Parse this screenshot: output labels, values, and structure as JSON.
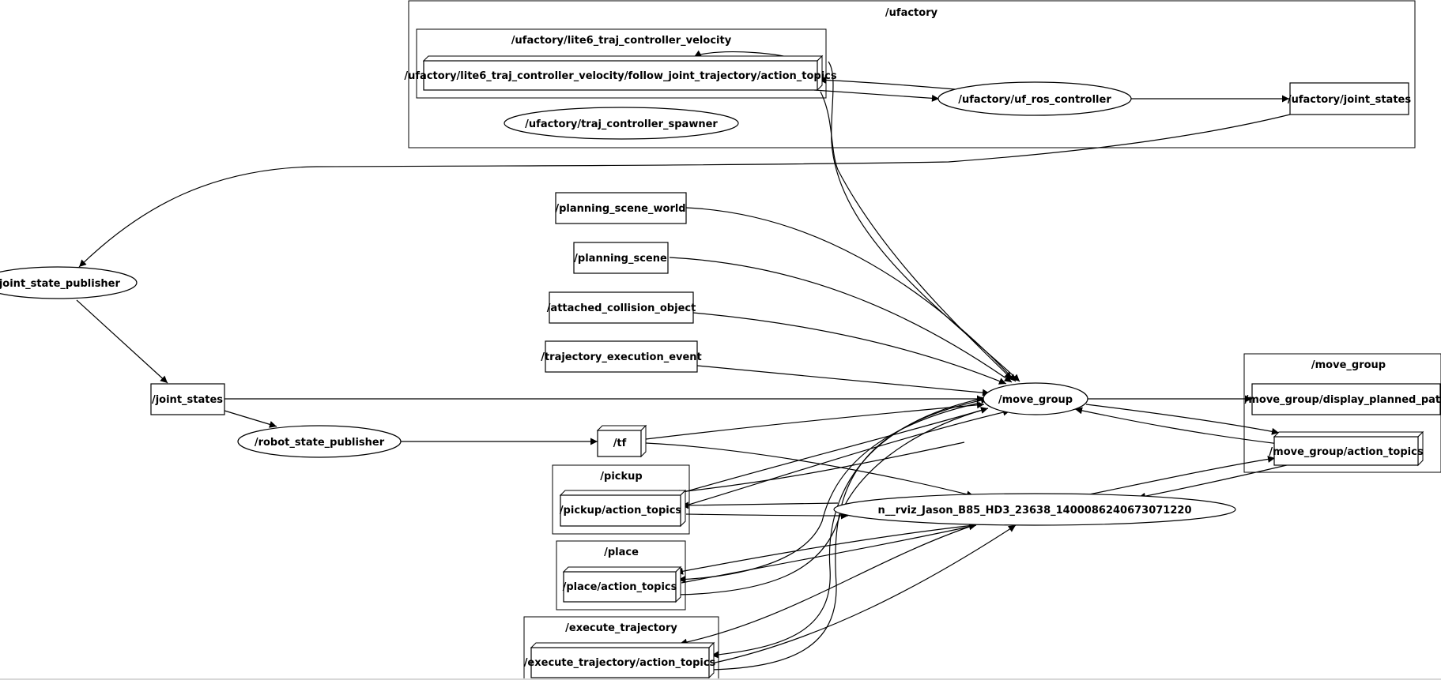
{
  "graph": {
    "clusters": {
      "ufactory": "/ufactory",
      "velocity": "/ufactory/lite6_traj_controller_velocity",
      "move_group": "/move_group",
      "pickup": "/pickup",
      "place": "/place",
      "execute_trajectory": "/execute_trajectory"
    },
    "nodes": {
      "follow_jt": "/ufactory/lite6_traj_controller_velocity/follow_joint_trajectory/action_topics",
      "uf_ros_controller": "/ufactory/uf_ros_controller",
      "uf_joint_states": "/ufactory/joint_states",
      "spawner": "/ufactory/traj_controller_spawner",
      "planning_scene_world": "/planning_scene_world",
      "planning_scene": "/planning_scene",
      "attached_collision_object": "/attached_collision_object",
      "trajectory_execution_event": "/trajectory_execution_event",
      "joint_state_publisher": "/joint_state_publisher",
      "joint_states": "/joint_states",
      "robot_state_publisher": "/robot_state_publisher",
      "tf": "/tf",
      "move_group": "/move_group",
      "display_planned_path": "/move_group/display_planned_path",
      "mg_action_topics": "/move_group/action_topics",
      "rviz": "n__rviz_Jason_B85_HD3_23638_1400086240673071220",
      "pickup_action_topics": "/pickup/action_topics",
      "place_action_topics": "/place/action_topics",
      "execute_action_topics": "/execute_trajectory/action_topics"
    }
  }
}
